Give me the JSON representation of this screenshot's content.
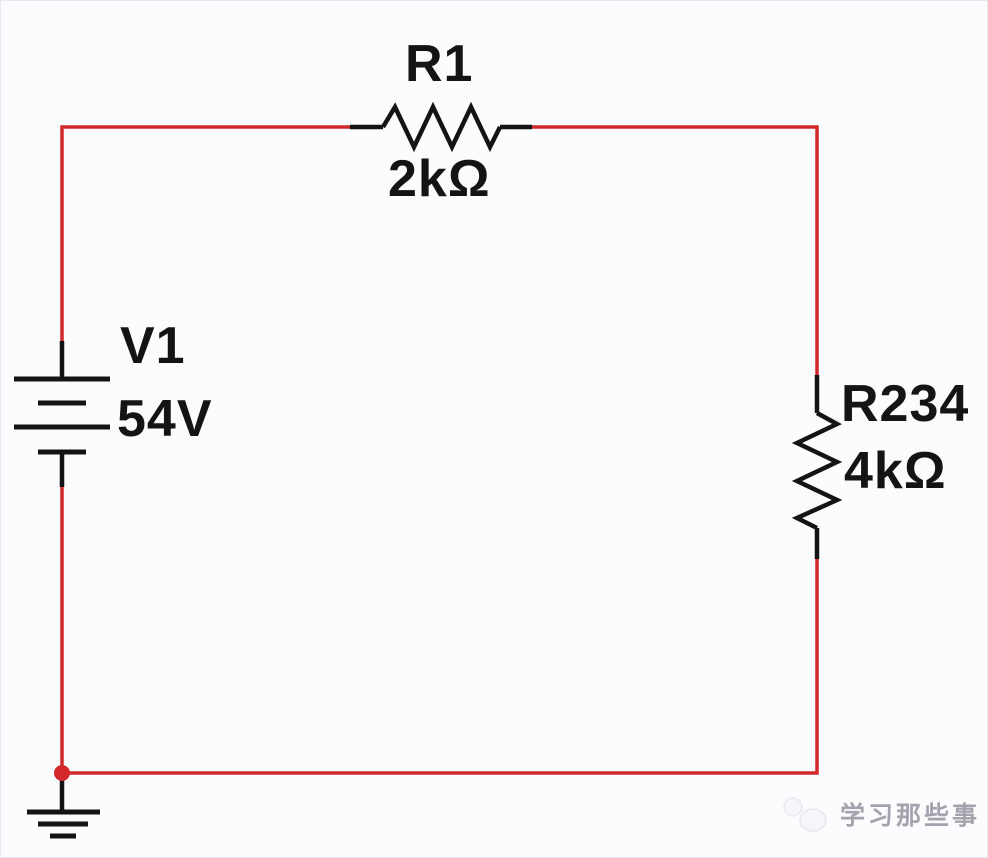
{
  "colors": {
    "background": "#fbfcfe",
    "wire-red": "#d3282b",
    "symbol-black": "#141414",
    "watermark-gray": "#a2a3ad"
  },
  "components": {
    "v1": {
      "kind": "dc-voltage-source",
      "name": "V1",
      "value": "54V"
    },
    "r1": {
      "kind": "resistor",
      "name": "R1",
      "value": "2kΩ"
    },
    "r234": {
      "kind": "resistor",
      "name": "R234",
      "value": "4kΩ"
    },
    "ground": {
      "kind": "earth-ground"
    }
  },
  "watermark": {
    "text": "学习那些事"
  }
}
